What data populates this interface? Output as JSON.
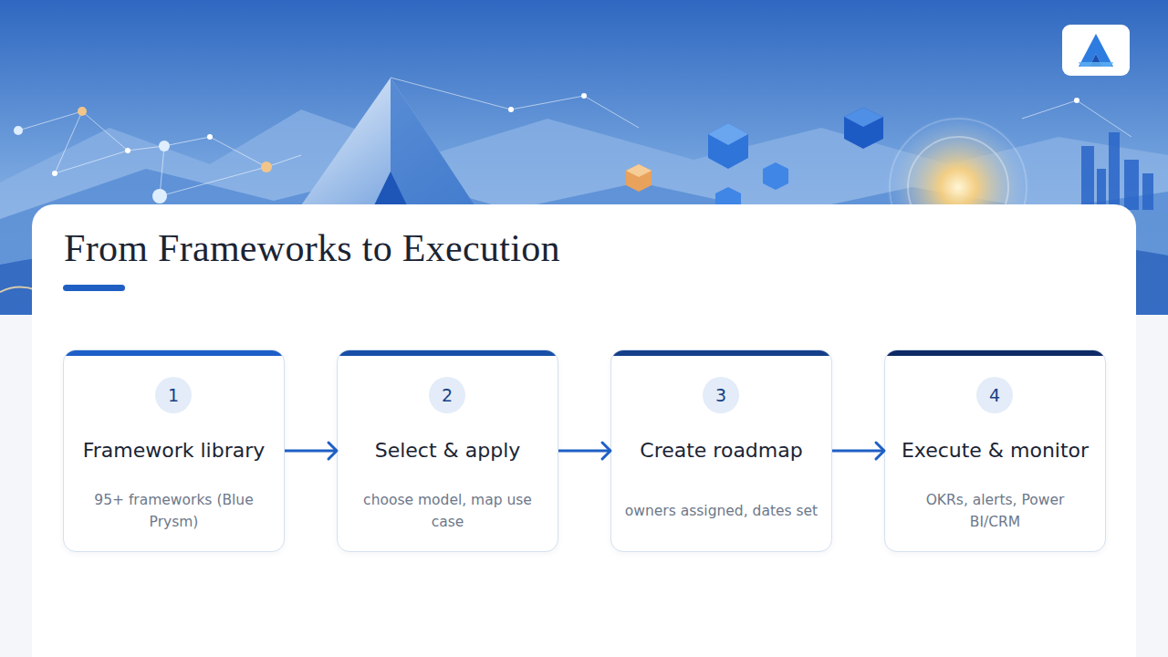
{
  "diagram": {
    "title": "From Frameworks to Execution",
    "nodes": [
      {
        "text": [
          "Framework library",
          "95+ frameworks (Blue Prysm)"
        ]
      },
      {
        "text": [
          "1"
        ],
        "in": 0
      },
      {
        "text": [
          "Select & apply",
          "choose model, map use case"
        ]
      },
      {
        "text": [
          "2"
        ],
        "in": 2
      },
      {
        "text": [
          "Create roadmap",
          "owners assigned, dates set"
        ]
      },
      {
        "text": [
          "3"
        ],
        "in": 4
      },
      {
        "text": [
          "Execute & monitor",
          "OKRs, alerts, Power BI/CRM"
        ]
      },
      {
        "text": [
          "4"
        ],
        "in": 6
      }
    ],
    "edges": [
      {
        "from": 0,
        "to": 2,
        "arrow": "to"
      },
      {
        "from": 2,
        "to": 4,
        "arrow": "to"
      },
      {
        "from": 4,
        "to": 6,
        "arrow": "to"
      }
    ]
  }
}
